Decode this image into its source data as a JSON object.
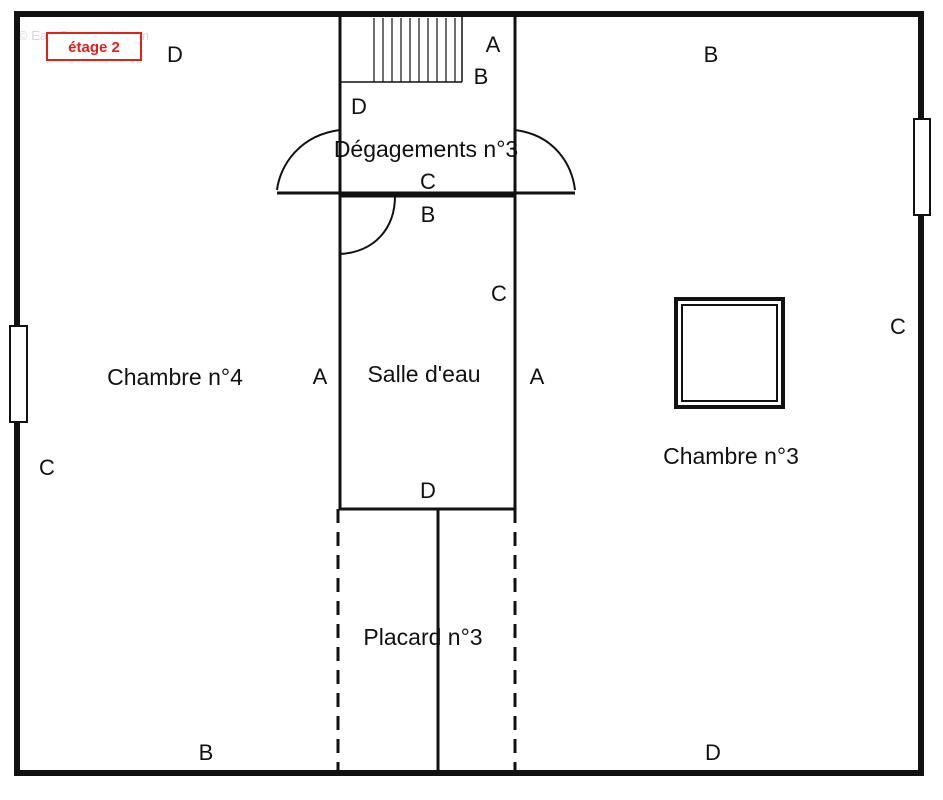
{
  "watermark": "© EasyDiagnostic.com",
  "floor_badge": {
    "text": "étage 2",
    "color": "#e0201b"
  },
  "rooms": {
    "chambre_4": "Chambre n°4",
    "chambre_3": "Chambre n°3",
    "salle_eau": "Salle d'eau",
    "degagements": "Dégagements n°3",
    "placard": "Placard n°3"
  },
  "wall_labels": {
    "ch4_top": "D",
    "ch4_left": "C",
    "ch4_right": "A",
    "ch4_bottom": "B",
    "ch3_top": "B",
    "ch3_right": "C",
    "ch3_left": "A",
    "ch3_bottom": "D",
    "deg_top_right": "A",
    "deg_stair": "B",
    "deg_left": "D",
    "deg_bottom": "C",
    "se_top": "B",
    "se_right": "C",
    "se_left": "A",
    "se_bottom": "D"
  },
  "colors": {
    "wall": "#111111",
    "badge": "#e0201b",
    "watermark": "#d6d6d6"
  }
}
